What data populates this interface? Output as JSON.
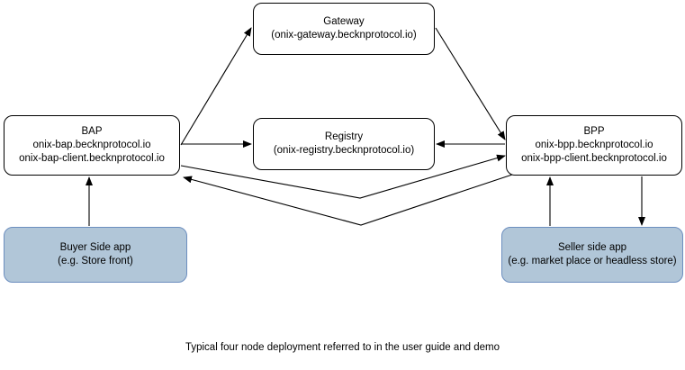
{
  "diagram": {
    "caption": "Typical four node deployment referred to in the user guide and demo",
    "colors": {
      "node_fill": "#ffffff",
      "node_stroke": "#000000",
      "app_fill": "#b1c6d8",
      "app_stroke": "#6c8ebf",
      "edge_stroke": "#000000",
      "background": "#ffffff"
    },
    "nodes": [
      {
        "id": "gateway",
        "title": "Gateway",
        "subtitle": "(onix-gateway.becknprotocol.io)",
        "detail": "",
        "kind": "service"
      },
      {
        "id": "registry",
        "title": "Registry",
        "subtitle": "(onix-registry.becknprotocol.io)",
        "detail": "",
        "kind": "service"
      },
      {
        "id": "bap",
        "title": "BAP",
        "subtitle": "onix-bap.becknprotocol.io",
        "detail": "onix-bap-client.becknprotocol.io",
        "kind": "service"
      },
      {
        "id": "bpp",
        "title": "BPP",
        "subtitle": "onix-bpp.becknprotocol.io",
        "detail": "onix-bpp-client.becknprotocol.io",
        "kind": "service"
      },
      {
        "id": "buyer",
        "title": "Buyer Side app",
        "subtitle": "(e.g. Store front)",
        "detail": "",
        "kind": "app"
      },
      {
        "id": "seller",
        "title": "Seller side app",
        "subtitle": "(e.g. market place or headless store)",
        "detail": "",
        "kind": "app"
      }
    ],
    "edges": [
      {
        "id": "bap-to-gateway",
        "from": "bap",
        "to": "gateway",
        "label": "",
        "arrow": "end"
      },
      {
        "id": "bap-to-registry",
        "from": "bap",
        "to": "registry",
        "label": "",
        "arrow": "end"
      },
      {
        "id": "gateway-to-bpp",
        "from": "gateway",
        "to": "bpp",
        "label": "",
        "arrow": "end"
      },
      {
        "id": "bpp-to-registry",
        "from": "bpp",
        "to": "registry",
        "label": "",
        "arrow": "end"
      },
      {
        "id": "bap-to-bpp",
        "from": "bap",
        "to": "bpp",
        "label": "",
        "arrow": "end"
      },
      {
        "id": "bpp-to-bap",
        "from": "bpp",
        "to": "bap",
        "label": "",
        "arrow": "end"
      },
      {
        "id": "buyer-to-bap",
        "from": "buyer",
        "to": "bap",
        "label": "",
        "arrow": "end"
      },
      {
        "id": "seller-to-bpp",
        "from": "seller",
        "to": "bpp",
        "label": "",
        "arrow": "end"
      },
      {
        "id": "bpp-to-seller",
        "from": "bpp",
        "to": "seller",
        "label": "",
        "arrow": "end"
      }
    ]
  }
}
